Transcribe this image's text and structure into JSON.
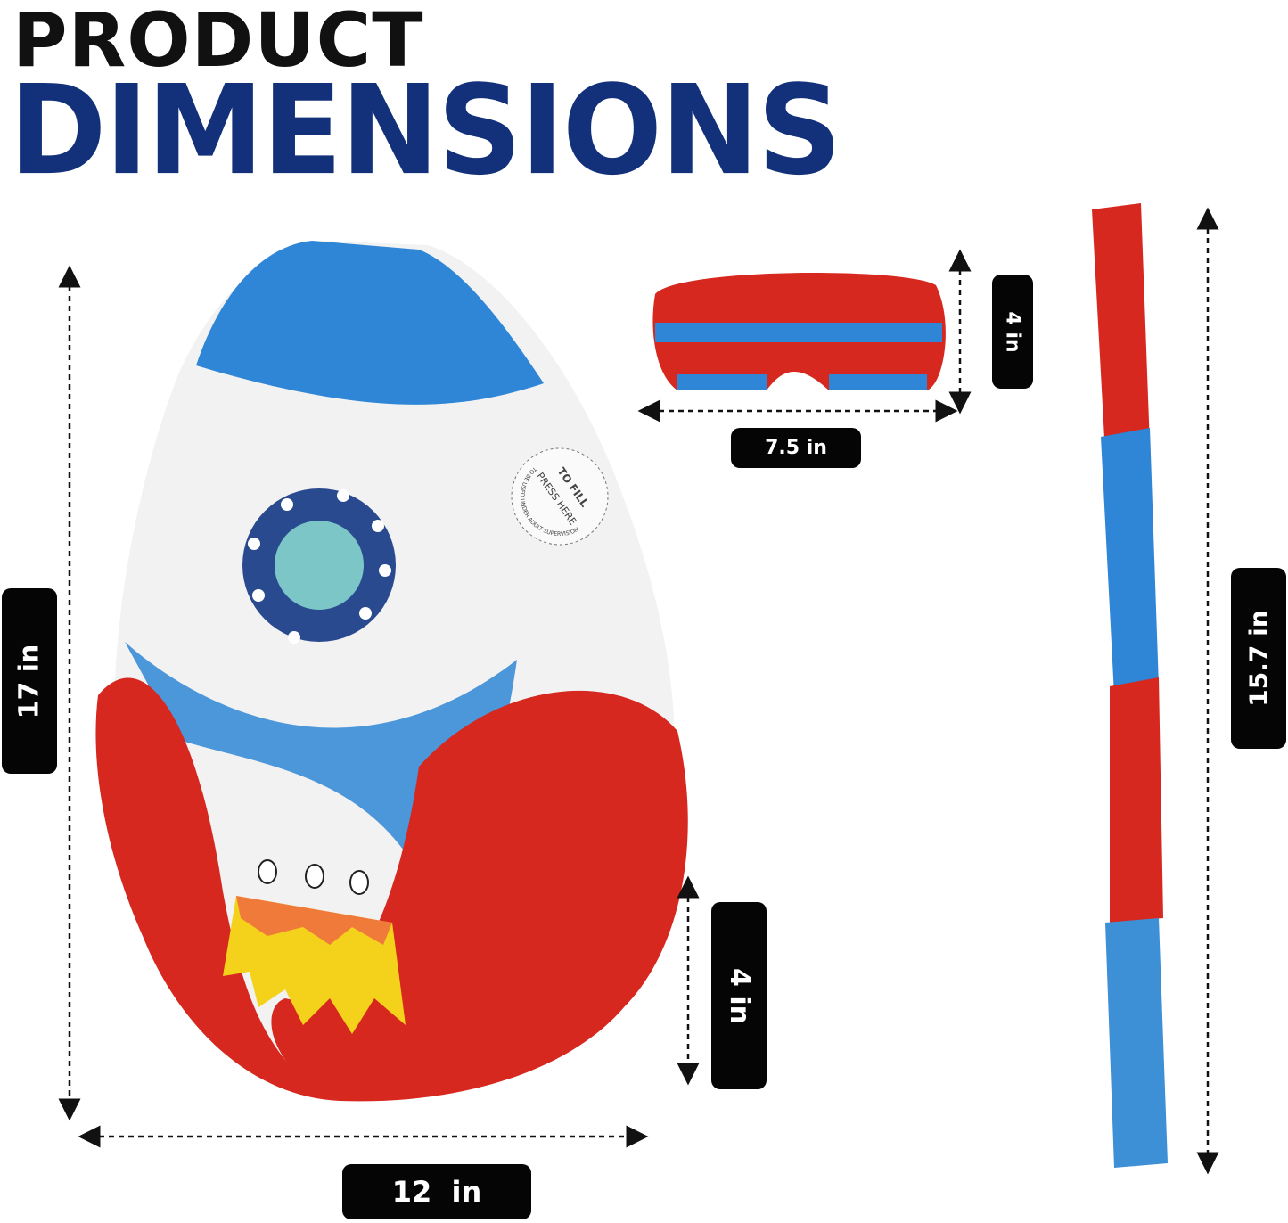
{
  "title": {
    "line1": "PRODUCT",
    "line2": "DIMENSIONS"
  },
  "dimensions": {
    "pinata_height": "17 in",
    "pinata_width": "12  in",
    "pinata_depth": "4 in",
    "blindfold_height": "4 in",
    "blindfold_width": "7.5 in",
    "stick_length": "15.7 in"
  },
  "sticker_text": [
    "TO FILL",
    "PRESS HERE",
    "TO BE USED UNDER ADULT SUPERVISION"
  ],
  "colors": {
    "title_blue": "#13307a",
    "red": "#d6281f",
    "blue": "#2f86d6",
    "white": "#f4f4f4",
    "label_bg": "#050505"
  }
}
